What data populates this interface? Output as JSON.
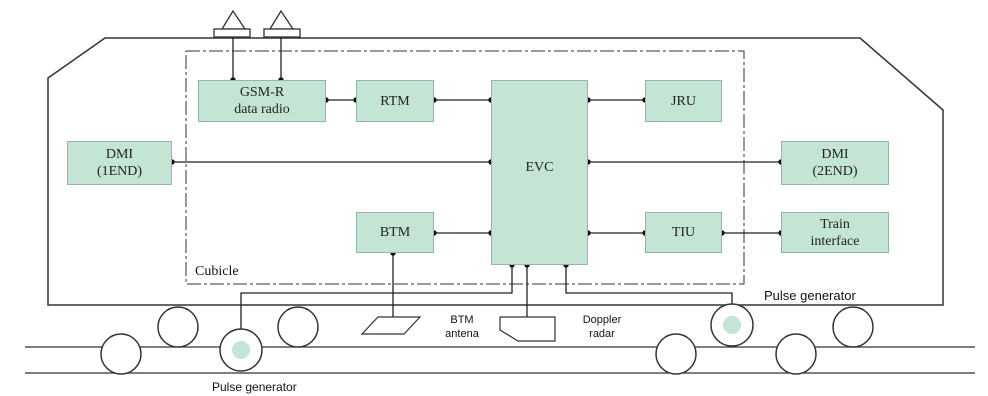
{
  "diagram": {
    "gsmr": {
      "line1": "GSM-R",
      "line2": "data radio"
    },
    "rtm": "RTM",
    "evc": "EVC",
    "jru": "JRU",
    "dmi_left": {
      "line1": "DMI",
      "line2": "(1END)"
    },
    "dmi_right": {
      "line1": "DMI",
      "line2": "(2END)"
    },
    "btm": "BTM",
    "tiu": "TIU",
    "train_interface": {
      "line1": "Train",
      "line2": "interface"
    },
    "cubicle": "Cubicle",
    "btm_antenna": {
      "line1": "BTM",
      "line2": "antena"
    },
    "doppler": {
      "line1": "Doppler",
      "line2": "radar"
    },
    "pulse_generator_right": "Pulse generator",
    "pulse_generator_left": "Pulse generator"
  },
  "colors": {
    "box_fill": "#c4e4d4",
    "line": "#222222"
  }
}
